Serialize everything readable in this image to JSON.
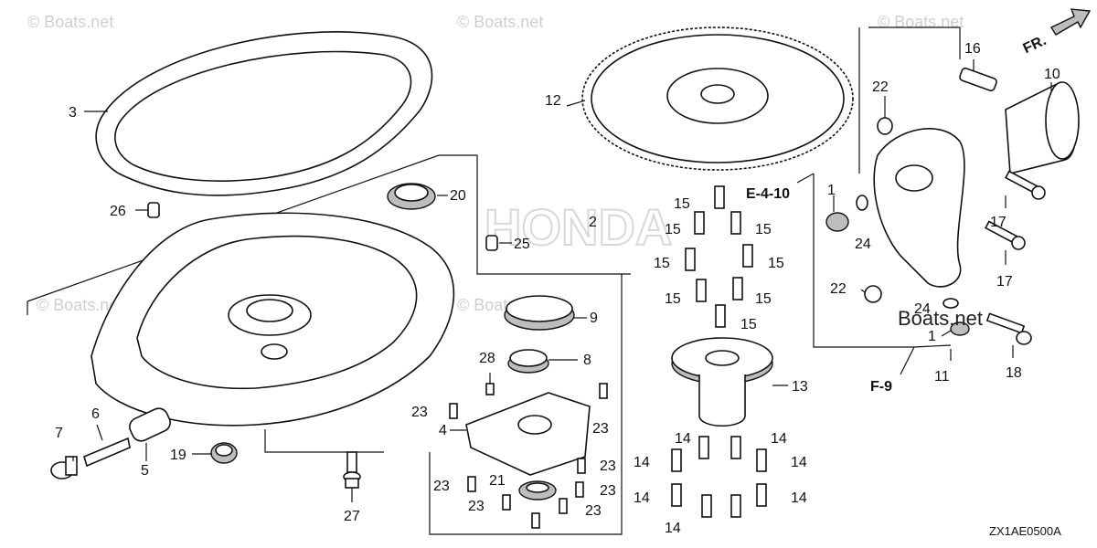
{
  "watermark": "© Boats.net",
  "watermark_overlay": "Boats.net",
  "brand_watermark": "HONDA",
  "diagram_code": "ZX1AE0500A",
  "direction": "FR.",
  "references": [
    "E-4-10",
    "F-9"
  ],
  "callouts": [
    {
      "id": "1a",
      "label": "1"
    },
    {
      "id": "1b",
      "label": "1"
    },
    {
      "id": "2",
      "label": "2"
    },
    {
      "id": "3",
      "label": "3"
    },
    {
      "id": "4",
      "label": "4"
    },
    {
      "id": "5",
      "label": "5"
    },
    {
      "id": "6",
      "label": "6"
    },
    {
      "id": "7",
      "label": "7"
    },
    {
      "id": "8",
      "label": "8"
    },
    {
      "id": "9",
      "label": "9"
    },
    {
      "id": "10",
      "label": "10"
    },
    {
      "id": "11",
      "label": "11"
    },
    {
      "id": "12",
      "label": "12"
    },
    {
      "id": "13",
      "label": "13"
    },
    {
      "id": "14a",
      "label": "14"
    },
    {
      "id": "14b",
      "label": "14"
    },
    {
      "id": "14c",
      "label": "14"
    },
    {
      "id": "14d",
      "label": "14"
    },
    {
      "id": "14e",
      "label": "14"
    },
    {
      "id": "14f",
      "label": "14"
    },
    {
      "id": "14g",
      "label": "14"
    },
    {
      "id": "15a",
      "label": "15"
    },
    {
      "id": "15b",
      "label": "15"
    },
    {
      "id": "15c",
      "label": "15"
    },
    {
      "id": "15d",
      "label": "15"
    },
    {
      "id": "15e",
      "label": "15"
    },
    {
      "id": "15f",
      "label": "15"
    },
    {
      "id": "15g",
      "label": "15"
    },
    {
      "id": "15h",
      "label": "15"
    },
    {
      "id": "16",
      "label": "16"
    },
    {
      "id": "17a",
      "label": "17"
    },
    {
      "id": "17b",
      "label": "17"
    },
    {
      "id": "18",
      "label": "18"
    },
    {
      "id": "19",
      "label": "19"
    },
    {
      "id": "20",
      "label": "20"
    },
    {
      "id": "21",
      "label": "21"
    },
    {
      "id": "22a",
      "label": "22"
    },
    {
      "id": "22b",
      "label": "22"
    },
    {
      "id": "23a",
      "label": "23"
    },
    {
      "id": "23b",
      "label": "23"
    },
    {
      "id": "23c",
      "label": "23"
    },
    {
      "id": "23d",
      "label": "23"
    },
    {
      "id": "23e",
      "label": "23"
    },
    {
      "id": "23f",
      "label": "23"
    },
    {
      "id": "23g",
      "label": "23"
    },
    {
      "id": "24a",
      "label": "24"
    },
    {
      "id": "24b",
      "label": "24"
    },
    {
      "id": "25",
      "label": "25"
    },
    {
      "id": "26",
      "label": "26"
    },
    {
      "id": "27",
      "label": "27"
    },
    {
      "id": "28",
      "label": "28"
    }
  ]
}
